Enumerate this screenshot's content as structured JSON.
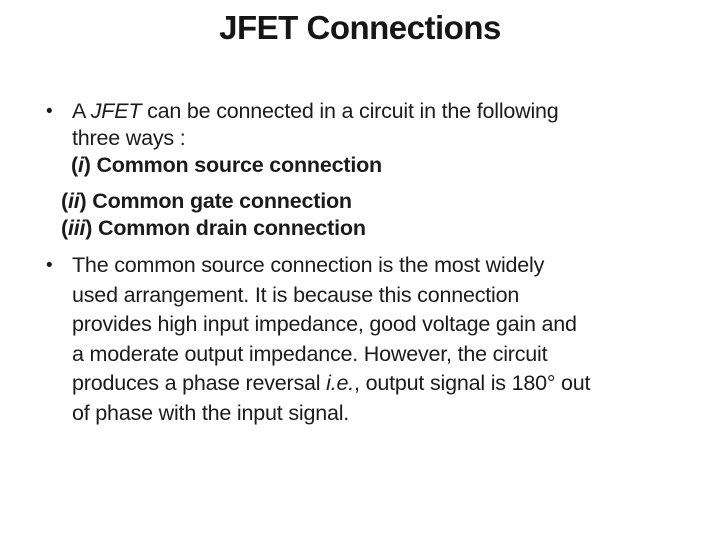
{
  "slide": {
    "background_color": "#ffffff",
    "text_color": "#1b1b1b",
    "title": "JFET Connections",
    "paragraphs": [
      {
        "name": "intro",
        "lines": [
          {
            "bullet": "•",
            "indent": "t",
            "runs": [
              {
                "t": "A "
              },
              {
                "t": "JFET",
                "i": true
              },
              {
                "t": " can be connected in a circuit in the following"
              }
            ]
          },
          {
            "indent": "t",
            "runs": [
              {
                "t": "three ways :"
              }
            ]
          },
          {
            "indent": "i1",
            "runs": [
              {
                "t": "(",
                "b": true
              },
              {
                "t": "i",
                "b": true,
                "i": true
              },
              {
                "t": ") Common source connection",
                "b": true
              }
            ]
          }
        ]
      },
      {
        "name": "list-continued",
        "lines": [
          {
            "indent": "i2",
            "runs": [
              {
                "t": "(",
                "b": true
              },
              {
                "t": "ii",
                "b": true,
                "i": true
              },
              {
                "t": ") Common gate connection",
                "b": true
              }
            ]
          },
          {
            "indent": "i2",
            "runs": [
              {
                "t": "(",
                "b": true
              },
              {
                "t": "iii",
                "b": true,
                "i": true
              },
              {
                "t": ") Common drain connection",
                "b": true
              }
            ]
          }
        ]
      },
      {
        "name": "common-source-description",
        "lines": [
          {
            "bullet": "•",
            "indent": "t",
            "runs": [
              {
                "t": "The common source connection is the most widely"
              }
            ]
          },
          {
            "indent": "t",
            "runs": [
              {
                "t": "used arrangement. It is because this connection"
              }
            ]
          },
          {
            "indent": "t",
            "runs": [
              {
                "t": "provides high input impedance, good voltage gain and"
              }
            ]
          },
          {
            "indent": "t",
            "runs": [
              {
                "t": "a moderate output impedance. However, the circuit"
              }
            ]
          },
          {
            "indent": "t",
            "runs": [
              {
                "t": "produces a phase reversal "
              },
              {
                "t": "i.e.",
                "i": true
              },
              {
                "t": ", output signal is 180° out"
              }
            ]
          },
          {
            "indent": "t",
            "runs": [
              {
                "t": "of phase with the input signal."
              }
            ]
          }
        ]
      }
    ]
  }
}
